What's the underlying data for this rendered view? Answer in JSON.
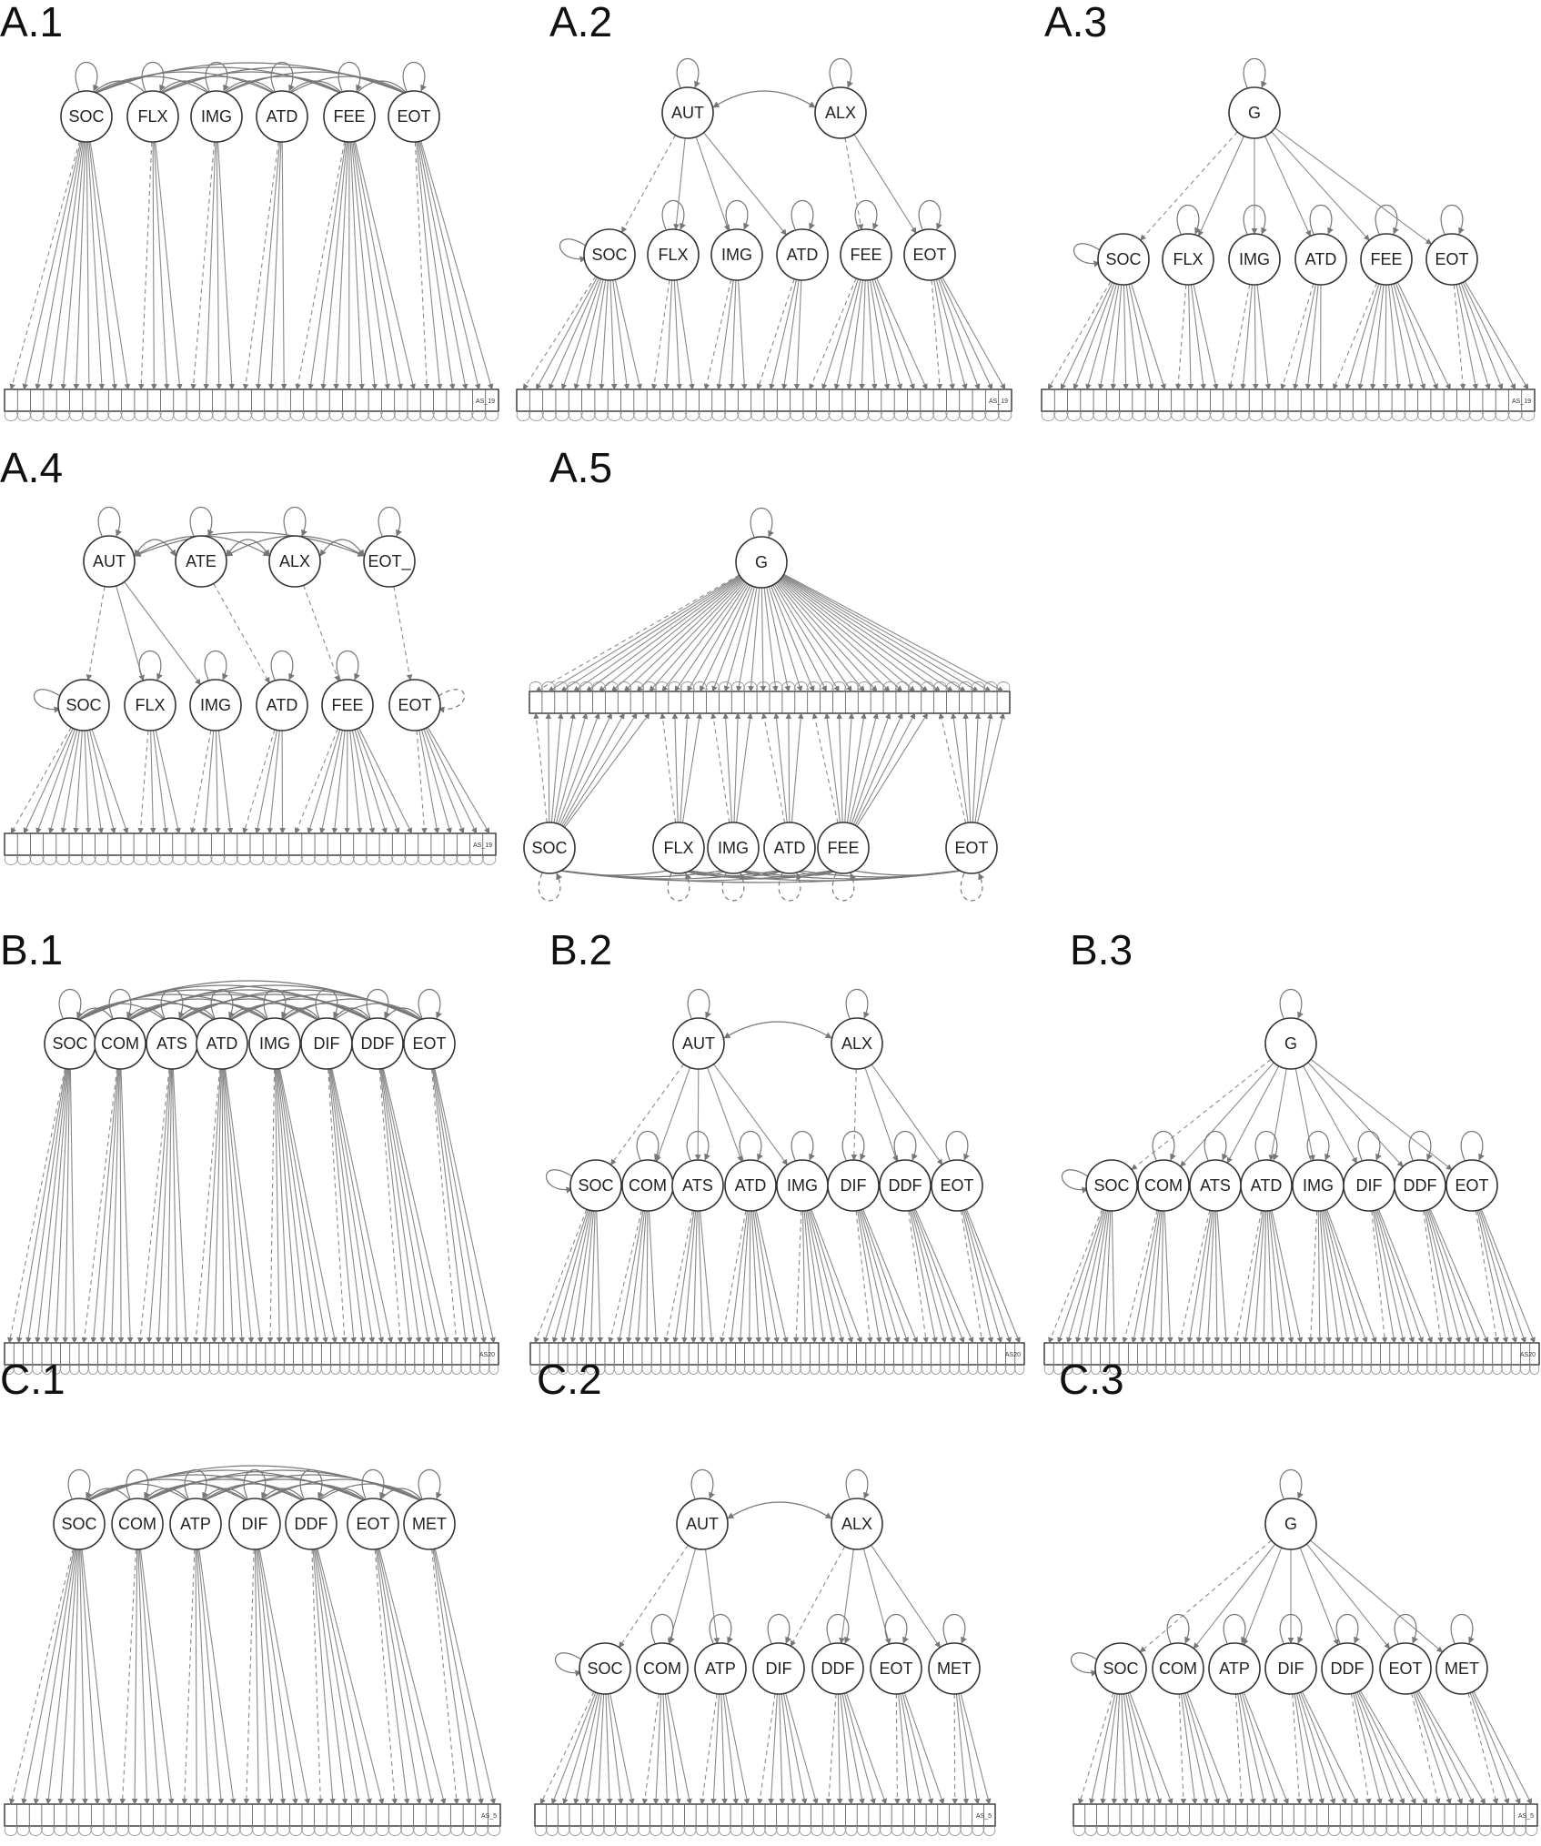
{
  "panels": [
    {
      "id": "A1",
      "label": "A.1",
      "type": "correlated",
      "factors": [
        "SOC",
        "FLX",
        "IMG",
        "ATD",
        "FEE",
        "EOT"
      ],
      "item_counts": [
        10,
        4,
        4,
        4,
        10,
        6
      ],
      "last_item": "AS_19"
    },
    {
      "id": "A2",
      "label": "A.2",
      "type": "bifactor2",
      "higher": [
        "AUT",
        "ALX"
      ],
      "factors": [
        "SOC",
        "FLX",
        "IMG",
        "ATD",
        "FEE",
        "EOT"
      ],
      "assign": [
        0,
        0,
        0,
        0,
        1,
        1
      ],
      "item_counts": [
        10,
        4,
        4,
        4,
        10,
        6
      ],
      "last_item": "AS_19"
    },
    {
      "id": "A3",
      "label": "A.3",
      "type": "second_order",
      "higher": [
        "G"
      ],
      "factors": [
        "SOC",
        "FLX",
        "IMG",
        "ATD",
        "FEE",
        "EOT"
      ],
      "item_counts": [
        10,
        4,
        4,
        4,
        10,
        6
      ],
      "last_item": "AS_19"
    },
    {
      "id": "A4",
      "label": "A.4",
      "type": "four_higher",
      "higher": [
        "AUT",
        "ATE",
        "ALX",
        "EOT_"
      ],
      "factors": [
        "SOC",
        "FLX",
        "IMG",
        "ATD",
        "FEE",
        "EOT"
      ],
      "item_counts": [
        10,
        4,
        4,
        4,
        10,
        6
      ],
      "last_item": "AS_19"
    },
    {
      "id": "A5",
      "label": "A.5",
      "type": "bifactor_g",
      "higher": [
        "G"
      ],
      "factors": [
        "SOC",
        "FLX",
        "IMG",
        "ATD",
        "FEE",
        "EOT"
      ],
      "item_counts": [
        10,
        4,
        4,
        4,
        10,
        6
      ]
    },
    {
      "id": "B1",
      "label": "B.1",
      "type": "correlated",
      "factors": [
        "SOC",
        "COM",
        "ATS",
        "ATD",
        "IMG",
        "DIF",
        "DDF",
        "EOT"
      ],
      "item_counts": [
        8,
        6,
        6,
        8,
        8,
        6,
        6,
        5
      ],
      "last_item": "AS20"
    },
    {
      "id": "B2",
      "label": "B.2",
      "type": "bifactor2",
      "higher": [
        "AUT",
        "ALX"
      ],
      "factors": [
        "SOC",
        "COM",
        "ATS",
        "ATD",
        "IMG",
        "DIF",
        "DDF",
        "EOT"
      ],
      "assign": [
        0,
        0,
        0,
        0,
        0,
        1,
        1,
        1
      ],
      "item_counts": [
        8,
        6,
        6,
        8,
        8,
        6,
        6,
        5
      ],
      "last_item": "AS20"
    },
    {
      "id": "B3",
      "label": "B.3",
      "type": "second_order",
      "higher": [
        "G"
      ],
      "factors": [
        "SOC",
        "COM",
        "ATS",
        "ATD",
        "IMG",
        "DIF",
        "DDF",
        "EOT"
      ],
      "item_counts": [
        8,
        6,
        6,
        8,
        8,
        6,
        6,
        5
      ],
      "last_item": "AS20"
    },
    {
      "id": "C1",
      "label": "C.1",
      "type": "correlated",
      "factors": [
        "SOC",
        "COM",
        "ATP",
        "DIF",
        "DDF",
        "EOT",
        "MET"
      ],
      "item_counts": [
        9,
        5,
        5,
        6,
        6,
        5,
        4
      ],
      "last_item": "AS_5"
    },
    {
      "id": "C2",
      "label": "C.2",
      "type": "bifactor2",
      "higher": [
        "AUT",
        "ALX"
      ],
      "factors": [
        "SOC",
        "COM",
        "ATP",
        "DIF",
        "DDF",
        "EOT",
        "MET"
      ],
      "assign": [
        0,
        0,
        0,
        1,
        1,
        1,
        1
      ],
      "item_counts": [
        9,
        5,
        5,
        6,
        6,
        5,
        4
      ],
      "last_item": "AS_5"
    },
    {
      "id": "C3",
      "label": "C.3",
      "type": "second_order",
      "higher": [
        "G"
      ],
      "factors": [
        "SOC",
        "COM",
        "ATP",
        "DIF",
        "DDF",
        "EOT",
        "MET"
      ],
      "item_counts": [
        9,
        5,
        5,
        6,
        6,
        5,
        4
      ],
      "last_item": "AS_5"
    }
  ]
}
